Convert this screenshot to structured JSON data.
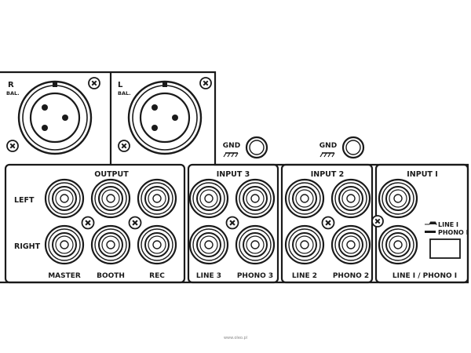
{
  "xlr": {
    "right": {
      "letter": "R",
      "sub": "BAL."
    },
    "left": {
      "letter": "L",
      "sub": "BAL."
    }
  },
  "gnd_label": "GND",
  "output": {
    "title": "OUTPUT",
    "row_left": "LEFT",
    "row_right": "RIGHT",
    "col_master": "MASTER",
    "col_booth": "BOOTH",
    "col_rec": "REC"
  },
  "input3": {
    "title": "INPUT 3",
    "line": "LINE 3",
    "phono": "PHONO 3"
  },
  "input2": {
    "title": "INPUT 2",
    "line": "LINE 2",
    "phono": "PHONO 2"
  },
  "input1": {
    "title": "INPUT I",
    "bottom": "LINE I / PHONO I",
    "switch_line": "LINE I",
    "switch_phono": "PHONO I"
  },
  "credit": "www.oleo.pl"
}
